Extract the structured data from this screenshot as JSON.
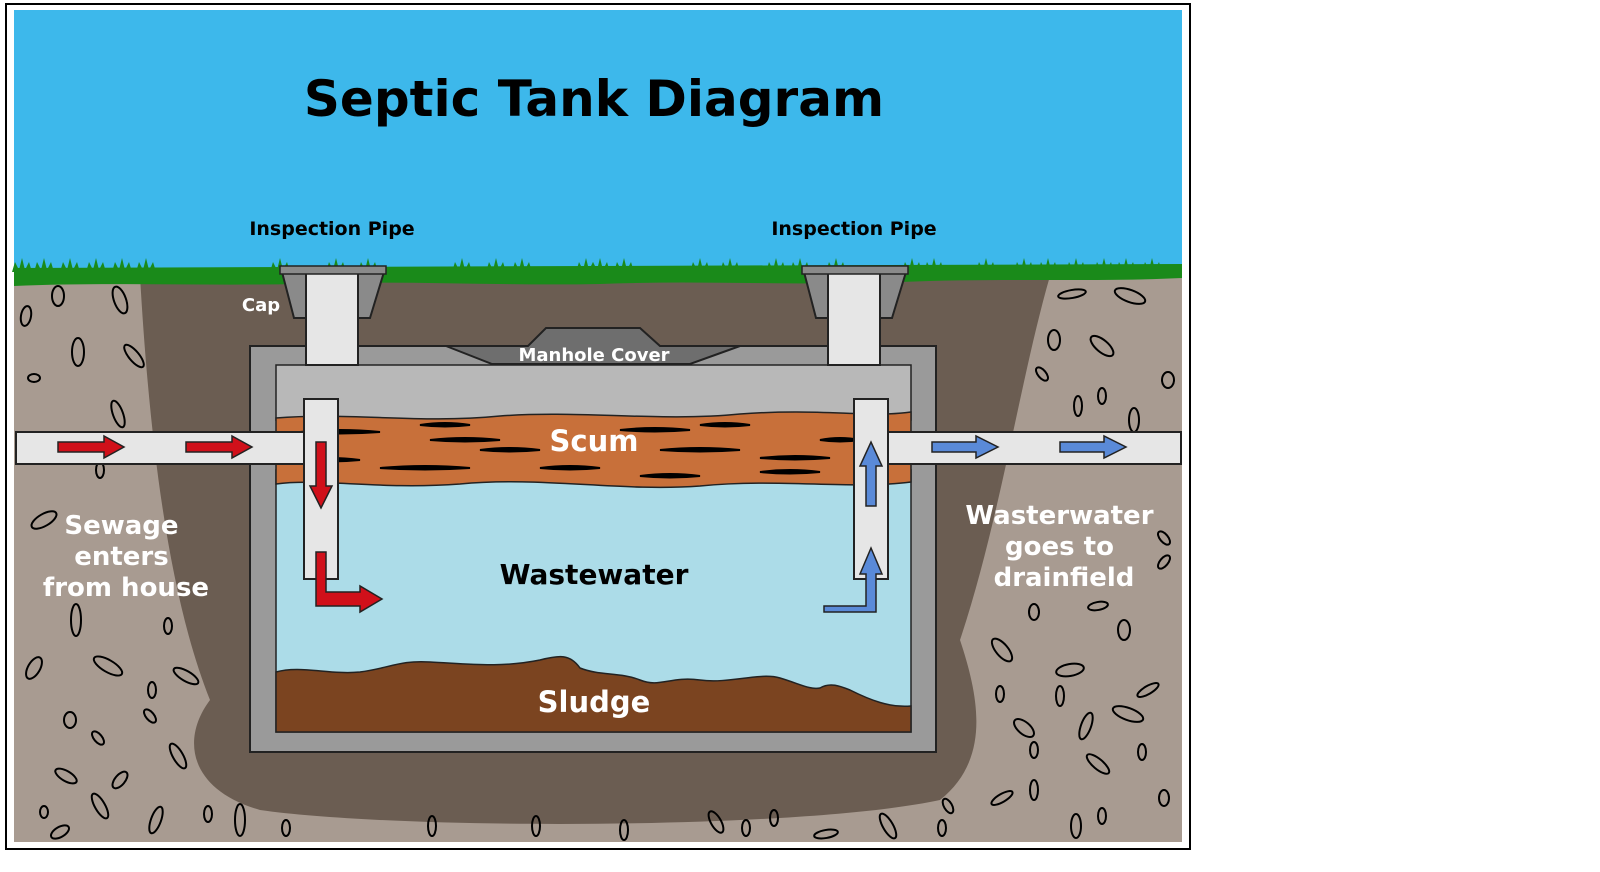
{
  "title": "Septic Tank Diagram",
  "labels": {
    "inspection_pipe_left": "Inspection Pipe",
    "inspection_pipe_right": "Inspection Pipe",
    "cap": "Cap",
    "manhole_cover": "Manhole Cover",
    "scum": "Scum",
    "wastewater": "Wastewater",
    "sludge": "Sludge",
    "sewage_in": [
      "Sewage",
      "enters",
      "from house"
    ],
    "water_out": [
      "Wasterwater",
      "goes to",
      "drainfield"
    ]
  },
  "colors": {
    "sky": "#3db8eb",
    "grass": "#1a8a1a",
    "soil_dark": "#6b5d52",
    "soil_light": "#a89b91",
    "concrete": "#9a9a9a",
    "pipe": "#e6e6e6",
    "scum": "#c8703a",
    "wastewater": "#acdce8",
    "sludge": "#7b4420",
    "arrow_in": "#d0101a",
    "arrow_out": "#5a8ad8"
  }
}
